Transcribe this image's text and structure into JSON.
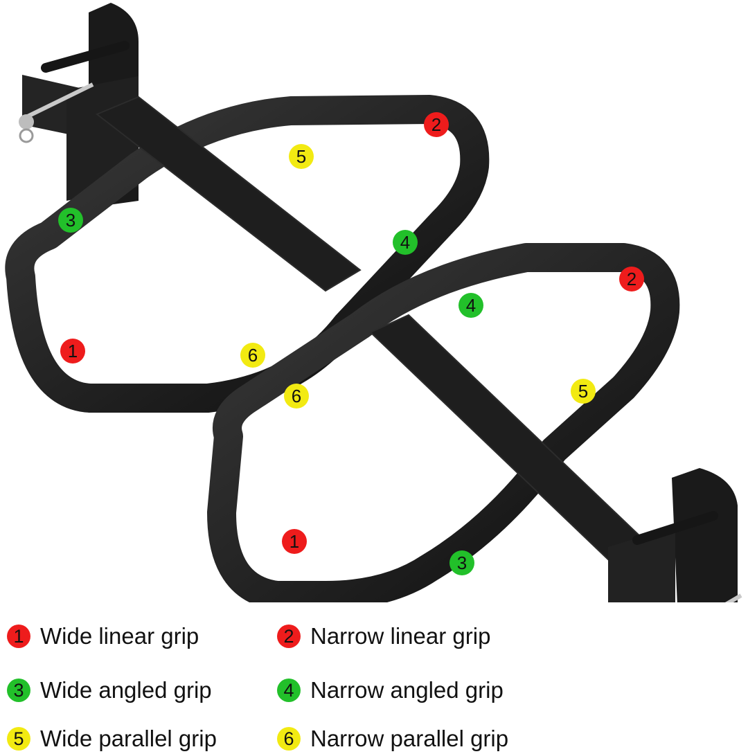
{
  "colors": {
    "linear": "#ee1c1c",
    "angled": "#22c02a",
    "parallel": "#f2ea12",
    "bar": "#1c1c1c",
    "background": "#ffffff"
  },
  "photo": {
    "subject": "grip-attachment-icon"
  },
  "markers": [
    {
      "num": "1",
      "color": "linear"
    },
    {
      "num": "2",
      "color": "linear"
    },
    {
      "num": "3",
      "color": "angled"
    },
    {
      "num": "4",
      "color": "angled"
    },
    {
      "num": "5",
      "color": "parallel"
    },
    {
      "num": "6",
      "color": "parallel"
    },
    {
      "num": "1",
      "color": "linear"
    },
    {
      "num": "2",
      "color": "linear"
    },
    {
      "num": "3",
      "color": "angled"
    },
    {
      "num": "4",
      "color": "angled"
    },
    {
      "num": "5",
      "color": "parallel"
    },
    {
      "num": "6",
      "color": "parallel"
    }
  ],
  "legend": [
    {
      "num": "1",
      "label": "Wide linear grip",
      "color": "linear"
    },
    {
      "num": "2",
      "label": "Narrow linear grip",
      "color": "linear"
    },
    {
      "num": "3",
      "label": "Wide angled grip",
      "color": "angled"
    },
    {
      "num": "4",
      "label": "Narrow angled grip",
      "color": "angled"
    },
    {
      "num": "5",
      "label": "Wide parallel grip",
      "color": "parallel"
    },
    {
      "num": "6",
      "label": "Narrow parallel grip",
      "color": "parallel"
    }
  ]
}
